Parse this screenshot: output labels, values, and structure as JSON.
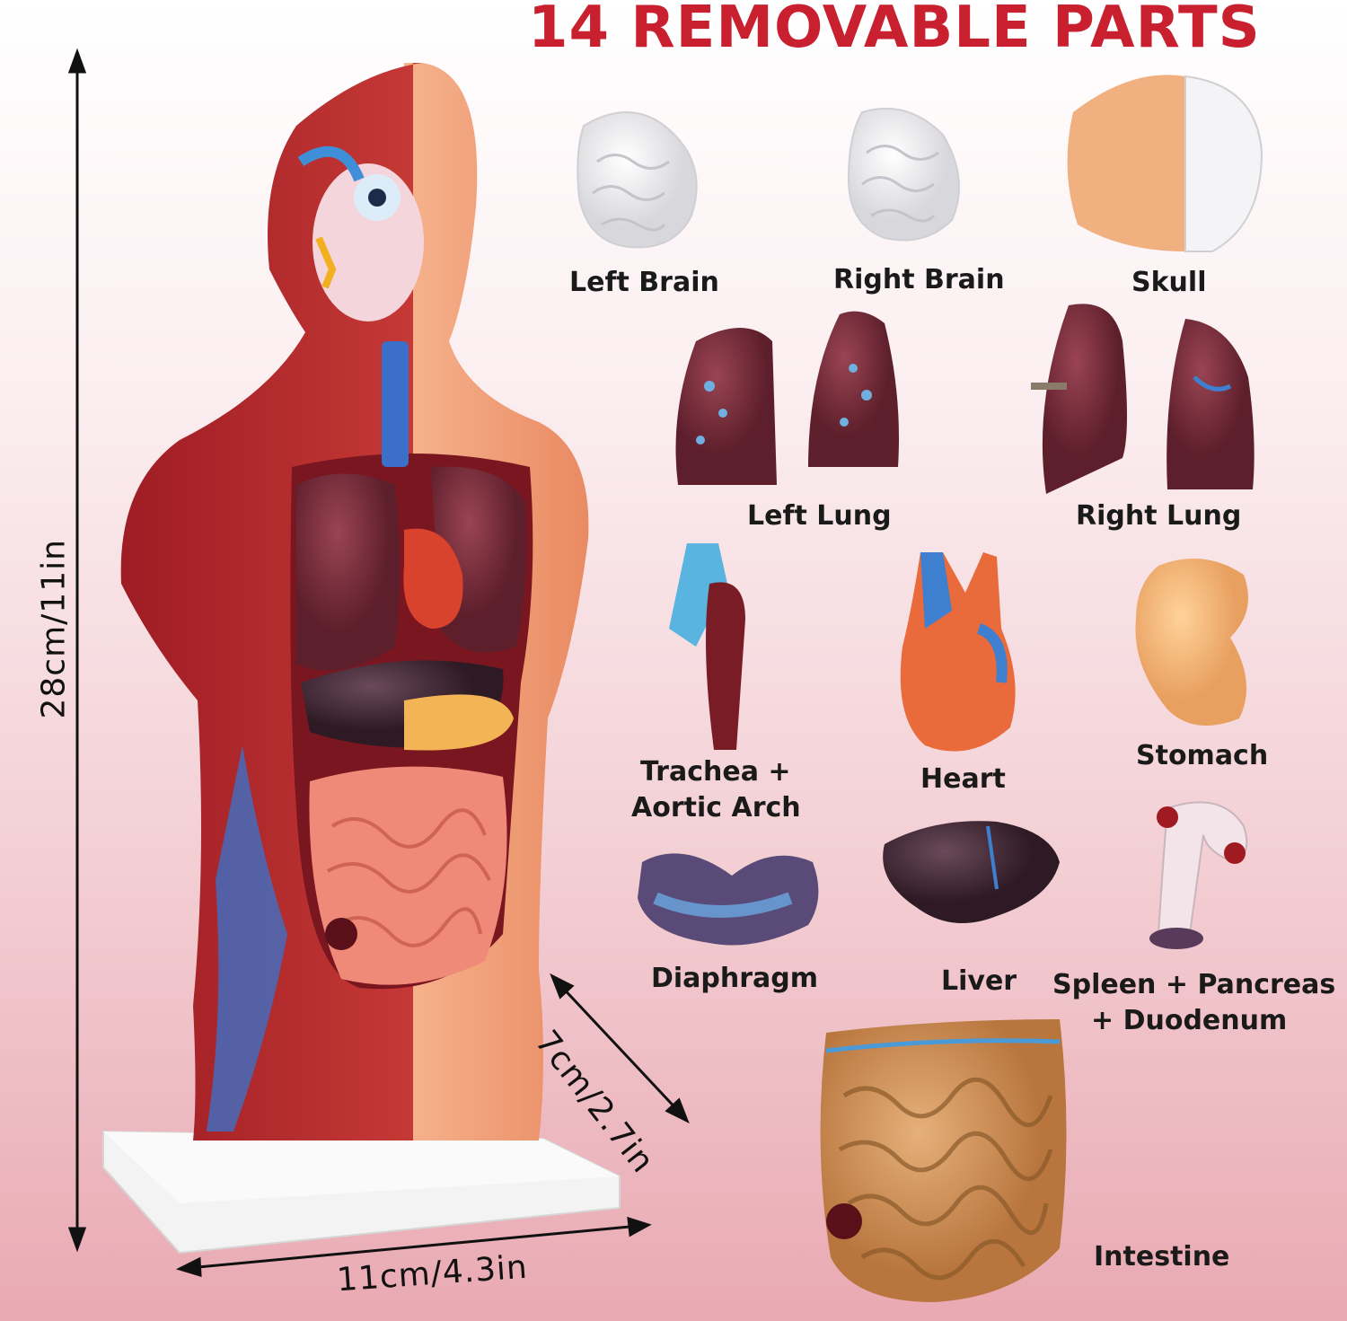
{
  "headline": "14 REMOVABLE PARTS",
  "dimensions": {
    "height": "28cm/11in",
    "width": "11cm/4.3in",
    "depth": "7cm/2.7in"
  },
  "parts": {
    "left_brain": "Left Brain",
    "right_brain": "Right Brain",
    "skull": "Skull",
    "left_lung": "Left Lung",
    "right_lung": "Right Lung",
    "trachea_line1": "Trachea +",
    "trachea_line2": "Aortic Arch",
    "heart": "Heart",
    "stomach": "Stomach",
    "diaphragm": "Diaphragm",
    "liver": "Liver",
    "spleen_line1": "Spleen + Pancreas",
    "spleen_line2": "+ Duodenum",
    "intestine": "Intestine"
  },
  "colors": {
    "headline": "#c8202e",
    "muscle": "#b8232a",
    "skin": "#f2a27a",
    "lung": "#7a2a3a",
    "brain": "#f2f2f4",
    "base": "#f4f4f4"
  }
}
